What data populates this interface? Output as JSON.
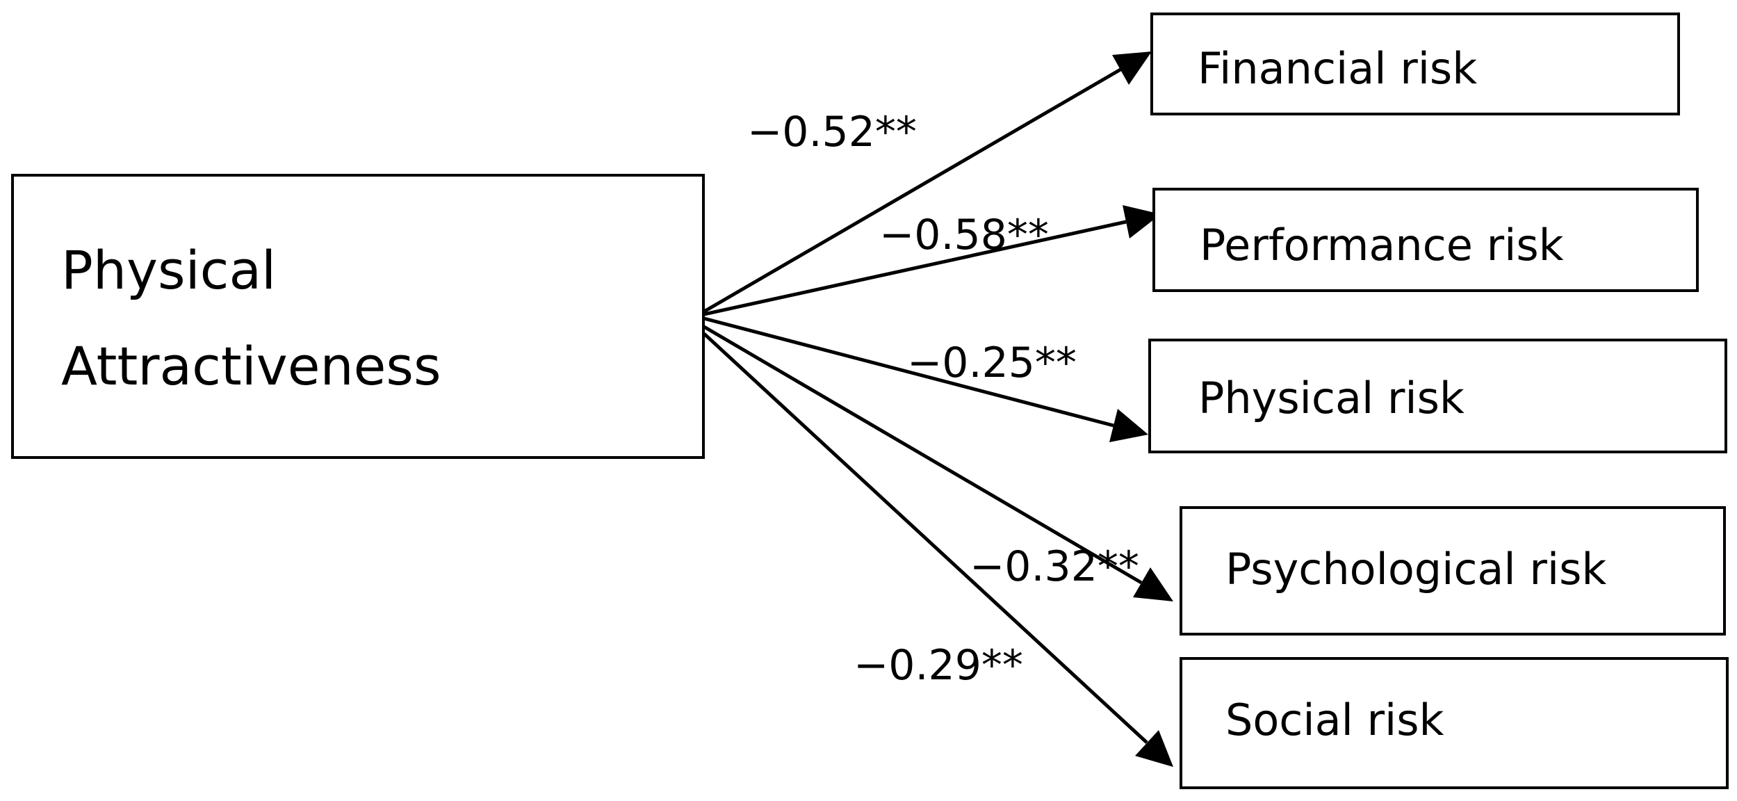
{
  "source": {
    "line1": "Physical",
    "line2": "Attractiveness"
  },
  "targets": [
    {
      "label": "Financial risk",
      "coefficient": "−0.52**"
    },
    {
      "label": "Performance risk",
      "coefficient": "−0.58**"
    },
    {
      "label": "Physical risk",
      "coefficient": "−0.25**"
    },
    {
      "label": "Psychological risk",
      "coefficient": "−0.32**"
    },
    {
      "label": "Social risk",
      "coefficient": "−0.29**"
    }
  ]
}
